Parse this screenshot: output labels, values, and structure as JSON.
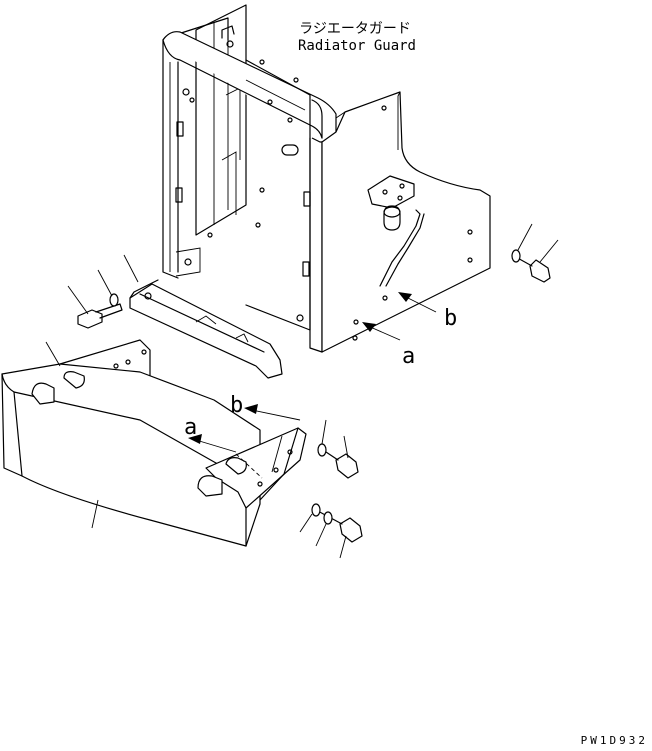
{
  "title": {
    "japanese": "ラジエータガード",
    "english": "Radiator Guard"
  },
  "labels": {
    "a_upper": "a",
    "b_upper": "b",
    "a_lower": "a",
    "b_lower": "b"
  },
  "drawing_code": "PW1D932"
}
